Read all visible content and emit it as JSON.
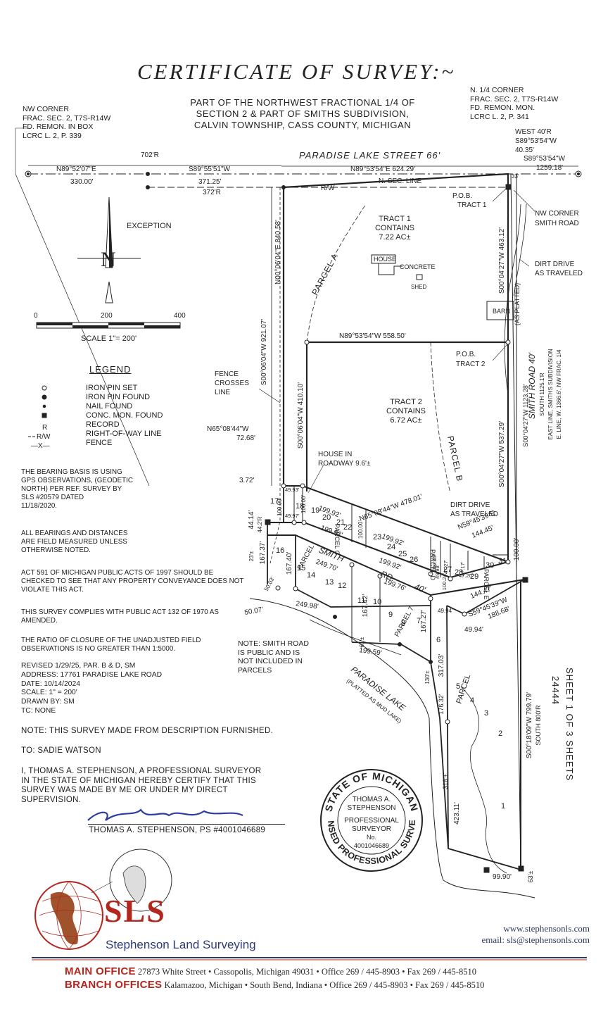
{
  "title": "CERTIFICATE OF SURVEY:~",
  "description": [
    "PART OF THE NORTHWEST FRACTIONAL 1/4 OF",
    "SECTION 2 & PART OF SMITHS SUBDIVISION,",
    "CALVIN TOWNSHIP, CASS COUNTY, MICHIGAN"
  ],
  "nw_corner": [
    "NW CORNER",
    "FRAC. SEC. 2, T7S-R14W",
    "FD. REMON. IN BOX",
    "LCRC L. 2, P. 339"
  ],
  "n_quarter_corner": [
    "N. 1/4 CORNER",
    "FRAC. SEC. 2, T7S-R14W",
    "FD. REMON. MON.",
    "LCRC L. 2, P. 341"
  ],
  "map": {
    "street": "PARADISE LAKE STREET 66'",
    "smith_road_label": "SMITH  ROAD  40'",
    "as_platted": "(AS PLATTED)",
    "smith_rd_lower": [
      "SMITH",
      "RD.",
      "40'"
    ],
    "lake": "PARADISE LAKE",
    "lake_sub": "(PLATTED AS MUD LAKE)",
    "tract1": [
      "TRACT 1",
      "CONTAINS",
      "7.22 AC±"
    ],
    "tract2": [
      "TRACT 2",
      "CONTAINS",
      "6.72 AC±"
    ],
    "house": "HOUSE",
    "concrete": "CONCRETE",
    "shed": "SHED",
    "barn": "BARN",
    "exception": "EXCEPTION",
    "pob1": [
      "P.O.B.",
      "TRACT 1"
    ],
    "pob2": [
      "P.O.B.",
      "TRACT 2"
    ],
    "nw_corner_smith": [
      "NW CORNER",
      "SMITH ROAD"
    ],
    "dirt_drive_1": [
      "DIRT DRIVE",
      "AS TRAVELED"
    ],
    "dirt_drive_2": [
      "DIRT DRIVE",
      "AS TRAVELED"
    ],
    "fence_crosses": [
      "FENCE",
      "CROSSES",
      "LINE"
    ],
    "house_in_road": [
      "HOUSE IN",
      "ROADWAY 9.6'±"
    ],
    "parcel_a": "PARCEL  A",
    "parcel_b": "PARCEL  B",
    "parcel_c": "PARCEL C",
    "parcel_d": "PARCEL D",
    "parcel_e": "PARCEL E",
    "parcel_lower": "PARCEL",
    "parcel_7": "PARCEL 7",
    "west40": [
      "WEST 40'R",
      "S89°53'54\"W",
      "40.35'"
    ],
    "b_1259": [
      "S89°53'54\"W",
      "1259.18'"
    ],
    "b_n89_52": "N89°52'07\"E",
    "d_330": "330.00'",
    "d_702": "702'R",
    "b_s89_55": "S89°55'51\"W",
    "d_371": "371.25'",
    "d_372": "372'R",
    "rw": "R/W",
    "nsec": "N. SEC. LINE",
    "b_624": "N89°53'54\"E 624.29'",
    "b_463": "S00°04'27\"W 463.12'",
    "b_558": "N89°53'54\"W 558.50'",
    "b_537": "S00°04'27\"W 537.29'",
    "b_1123": "S00°04'27\"W 1123.28'",
    "b_south1125": "SOUTH 1125.1'R",
    "b_east_line": "EAST LINE, SMITHS SUBDIVISION",
    "b_e_line": "E. LINE, W. 1366.6', NW FRAC. 1/4",
    "b_921": "S00°06'04\"W 921.07'",
    "b_840": "N00°06'04\"E 840.58'",
    "b_410": "S00°06'04\"W 410.10'",
    "b_n65": "N65°08'44\"W",
    "d_7268": "72.68'",
    "b_478": "N65°08'44\"W 478.01'",
    "b_n59": "N59°45'39\"E",
    "d_14445": "144.45'",
    "b_s59": "S59°45'39\"W",
    "d_18868": "188.68'",
    "d_14447": "144.47'",
    "d_10000b": "100.00'",
    "d_4994": "49.94'",
    "d_4994b": "49.94'",
    "d_19992a": "199.92'",
    "d_19992b": "199.92'",
    "d_19992c": "199.92'",
    "d_19992d": "199.92'",
    "d_24970": "249.70'",
    "d_19976": "199.76'",
    "d_24998": "249.98'",
    "d_19959": "199.59'",
    "d_16742": "167.42'",
    "d_16727": "167.27'",
    "d_31703": "317.03'",
    "d_17632": "176.32'",
    "d_42311": "423.11'",
    "d_318": "318'±",
    "d_9990": "99.90'",
    "d_63": "63'±",
    "d_799": "S00°18'09\"W 799.79'",
    "d_south800": "SOUTH 800'R",
    "d_372b": "3.72'",
    "d_4414": "44.14'",
    "d_442": "44.2'R",
    "d_16737": "167.37'",
    "d_16740": "167.40'",
    "d_23": "23'±",
    "d_5003": "50.03'",
    "d_5007": "50.07'",
    "d_61": "61'±",
    "d_130": "130'±",
    "d_33": "33'",
    "d_100a": "100.00'",
    "d_100b": "100.00'",
    "d_100c": "100.00'",
    "d_4993": "49.93'",
    "d_4997": "49.97'",
    "d_4727": "47.27'",
    "d_4720": "47.20'",
    "d_4998": "49.98'",
    "d_4717": "47.17'",
    "d_10026": "100.26'",
    "d_10024": "100.24'",
    "lots": [
      "1",
      "2",
      "3",
      "4",
      "5",
      "6",
      "7",
      "8",
      "9",
      "10",
      "11",
      "12",
      "13",
      "14",
      "15",
      "16",
      "17",
      "18",
      "19",
      "20",
      "21",
      "22",
      "23",
      "24",
      "25",
      "26",
      "27",
      "28",
      "29",
      "30",
      "31"
    ],
    "scale_ticks": [
      "0",
      "200",
      "400"
    ],
    "scale_label": "SCALE 1\"= 200'"
  },
  "legend": {
    "heading": "LEGEND",
    "items": [
      "IRON PIN SET",
      "IRON PIN FOUND",
      "NAIL FOUND",
      "CONC. MON. FOUND",
      "RECORD",
      "RIGHT-OF-WAY LINE",
      "FENCE"
    ],
    "symbols": [
      "R",
      "R/W",
      "—X—"
    ]
  },
  "notes": {
    "bearing_basis": [
      "THE BEARING BASIS IS USING",
      "GPS OBSERVATIONS, (GEODETIC",
      "NORTH) PER REF. SURVEY BY",
      "SLS #20579 DATED",
      "11/18/2020."
    ],
    "bearings_measured": [
      "ALL BEARINGS AND DISTANCES",
      "ARE FIELD MEASURED UNLESS",
      "OTHERWISE NOTED."
    ],
    "act591": [
      "ACT 591 OF MICHIGAN PUBLIC ACTS OF 1997 SHOULD BE",
      "CHECKED TO SEE THAT ANY PROPERTY CONVEYANCE DOES NOT",
      "VIOLATE THIS ACT."
    ],
    "act132": [
      "THIS SURVEY COMPLIES WITH PUBLIC ACT 132 OF 1970 AS",
      "AMENDED."
    ],
    "ratio": [
      "THE RATIO OF CLOSURE OF THE UNADJUSTED FIELD",
      "OBSERVATIONS IS NO GREATER THAN 1:5000."
    ],
    "revised": [
      "REVISED 1/29/25, PAR. B & D, SM",
      "ADDRESS: 17761 PARADISE LAKE ROAD",
      "DATE: 10/14/2024",
      "SCALE: 1\" = 200'",
      "DRAWN BY: SM",
      "TC: NONE"
    ],
    "smith_public": [
      "NOTE: SMITH ROAD",
      "IS PUBLIC AND IS",
      "NOT INCLUDED IN",
      "PARCELS"
    ],
    "description_note": "NOTE: THIS SURVEY MADE FROM DESCRIPTION FURNISHED.",
    "to": "TO: SADIE WATSON"
  },
  "certification": [
    "I, THOMAS A. STEPHENSON, A PROFESSIONAL SURVEYOR",
    "IN THE STATE OF MICHIGAN HEREBY CERTIFY THAT THIS",
    "SURVEY WAS MADE BY ME OR UNDER MY DIRECT",
    "SUPERVISION."
  ],
  "signature_name": "THOMAS A. STEPHENSON, PS #4001046689",
  "seal": {
    "top": "STATE OF MICHIGAN",
    "bottom": "LICENSED PROFESSIONAL SURVEYOR",
    "inner": [
      "THOMAS A.",
      "STEPHENSON",
      "PROFESSIONAL",
      "SURVEYOR",
      "No.",
      "4001046689"
    ]
  },
  "sheet": [
    "SHEET   1   OF   3   SHEETS",
    "24444"
  ],
  "company": {
    "short": "SLS",
    "name": "Stephenson Land Surveying"
  },
  "web": "www.stephensonls.com",
  "email": "email: sls@stephensonls.com",
  "footer": {
    "main_label": "MAIN OFFICE",
    "main_text": " 27873 White Street • Cassopolis, Michigan 49031 • Office 269 / 445-8903 • Fax 269 / 445-8510",
    "branch_label": "BRANCH OFFICES",
    "branch_text": " Kalamazoo, Michigan • South Bend, Indiana • Office 269 / 445-8903 • Fax 269 / 445-8510"
  },
  "colors": {
    "red": "#b3261e",
    "navy": "#2e3a78",
    "signature": "#2c3fa0",
    "ink": "#222222"
  }
}
